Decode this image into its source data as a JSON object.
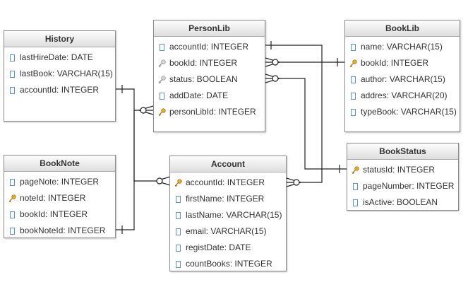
{
  "entities": {
    "history": {
      "name": "History",
      "fields": [
        {
          "label": "lastHireDate: DATE",
          "icon": "column-icon"
        },
        {
          "label": "lastBook: VARCHAR(15)",
          "icon": "column-icon"
        },
        {
          "label": "accountId: INTEGER",
          "icon": "column-icon"
        }
      ]
    },
    "personlib": {
      "name": "PersonLib",
      "fields": [
        {
          "label": "accountId: INTEGER",
          "icon": "column-icon"
        },
        {
          "label": "bookId: INTEGER",
          "icon": "foreign-key-icon"
        },
        {
          "label": "status: BOOLEAN",
          "icon": "foreign-key-icon"
        },
        {
          "label": "addDate: DATE",
          "icon": "column-icon"
        },
        {
          "label": "personLibId: INTEGER",
          "icon": "primary-key-icon"
        }
      ]
    },
    "booklib": {
      "name": "BookLib",
      "fields": [
        {
          "label": "name: VARCHAR(15)",
          "icon": "column-icon"
        },
        {
          "label": "bookId: INTEGER",
          "icon": "primary-key-icon"
        },
        {
          "label": "author: VARCHAR(15)",
          "icon": "column-icon"
        },
        {
          "label": "addres: VARCHAR(20)",
          "icon": "column-icon"
        },
        {
          "label": "typeBook: VARCHAR(15)",
          "icon": "column-icon"
        }
      ]
    },
    "booknote": {
      "name": "BookNote",
      "fields": [
        {
          "label": "pageNote: INTEGER",
          "icon": "column-icon"
        },
        {
          "label": "noteId: INTEGER",
          "icon": "primary-key-icon"
        },
        {
          "label": "bookId: INTEGER",
          "icon": "column-icon"
        },
        {
          "label": "bookNoteId: INTEGER",
          "icon": "column-icon"
        }
      ]
    },
    "account": {
      "name": "Account",
      "fields": [
        {
          "label": "accountId: INTEGER",
          "icon": "primary-key-icon"
        },
        {
          "label": "firstName: INTEGER",
          "icon": "column-icon"
        },
        {
          "label": "lastName: VARCHAR(15)",
          "icon": "column-icon"
        },
        {
          "label": "email: VARCHAR(15)",
          "icon": "column-icon"
        },
        {
          "label": "registDate: DATE",
          "icon": "column-icon"
        },
        {
          "label": "countBooks: INTEGER",
          "icon": "column-icon"
        }
      ]
    },
    "bookstatus": {
      "name": "BookStatus",
      "fields": [
        {
          "label": "statusId: INTEGER",
          "icon": "primary-key-icon"
        },
        {
          "label": "pageNumber: INTEGER",
          "icon": "column-icon"
        },
        {
          "label": "isActive: BOOLEAN",
          "icon": "column-icon"
        }
      ]
    }
  },
  "colors": {
    "line": "#222222",
    "key": "#e0b020",
    "fk": "#8a8a8a",
    "column": "#5b8fd6"
  }
}
